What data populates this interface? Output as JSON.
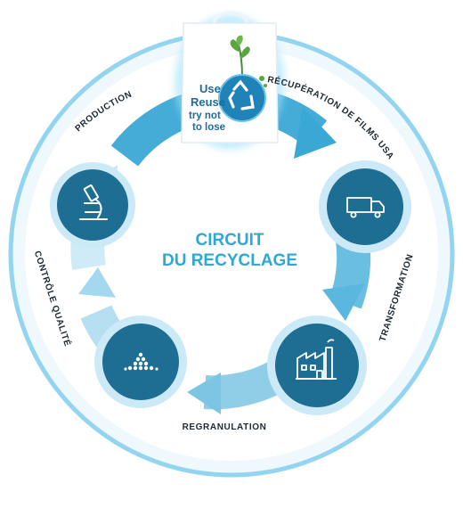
{
  "diagram": {
    "center_title_line1": "CIRCUIT",
    "center_title_line2": "DU RECYCLAGE",
    "stages": [
      {
        "label": "PRODUCTION",
        "icon": "shopping-bag-icon"
      },
      {
        "label": "RÉCUPÉRATION DE FILMS USAGÉS",
        "icon": "truck-icon"
      },
      {
        "label": "TRANSFORMATION",
        "icon": "factory-icon"
      },
      {
        "label": "REGRANULATION",
        "icon": "pellets-icon"
      },
      {
        "label": "CONTRÔLE QUALITÉ",
        "icon": "microscope-icon"
      }
    ],
    "bag": {
      "line1": "Use",
      "line2": "Reuse",
      "line3": "try not",
      "line4": "to lose"
    }
  },
  "colors": {
    "ring_light": "#d5eef9",
    "ring_outline": "#8fd3f0",
    "node_dark": "#1e6e94",
    "node_mid": "#2a86b0",
    "arrow_dark": "#3aa8d5",
    "arrow_light": "#bfe6f6",
    "title": "#2fa8d3"
  }
}
